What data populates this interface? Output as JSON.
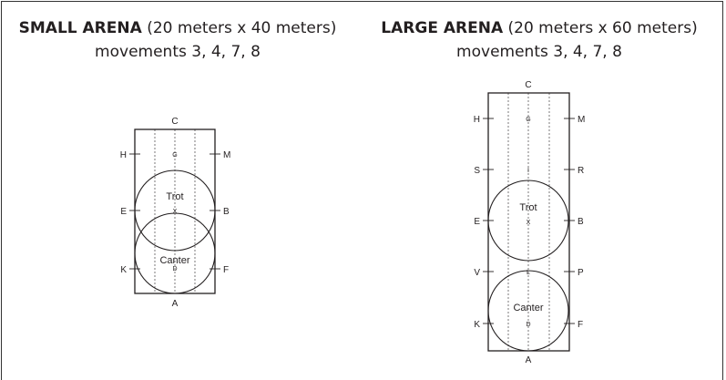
{
  "small_arena": {
    "title": "SMALL ARENA",
    "dimensions": "(20 meters x 40 meters)",
    "movements": "movements 3, 4, 7, 8",
    "letters": {
      "top": "C",
      "bottom": "A",
      "left": [
        "H",
        "E",
        "K"
      ],
      "right": [
        "M",
        "B",
        "F"
      ],
      "center": [
        "G",
        "X",
        "D"
      ]
    },
    "circle_labels": {
      "upper": "Trot",
      "lower": "Canter"
    }
  },
  "large_arena": {
    "title": "LARGE ARENA",
    "dimensions": "(20 meters x 60 meters)",
    "movements": "movements 3, 4, 7, 8",
    "letters": {
      "top": "C",
      "bottom": "A",
      "left": [
        "H",
        "S",
        "E",
        "V",
        "K"
      ],
      "right": [
        "M",
        "R",
        "B",
        "P",
        "F"
      ],
      "center": [
        "G",
        "I",
        "X",
        "L",
        "D"
      ]
    },
    "circle_labels": {
      "upper": "Trot",
      "lower": "Canter"
    }
  }
}
